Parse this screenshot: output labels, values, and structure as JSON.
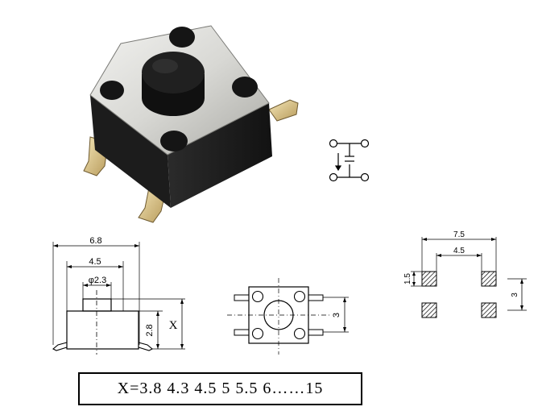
{
  "side_view": {
    "width_outer": "6.8",
    "width_inner": "4.5",
    "plunger_dia": "φ2.3",
    "body_height": "2.8",
    "height_var": "X"
  },
  "top_view": {
    "lead_pitch_v": "3"
  },
  "footprint": {
    "outer_span": "7.5",
    "inner_gap": "4.5",
    "pad_size": "1.5",
    "row_pitch": "3"
  },
  "height_options": {
    "text": "X=3.8 4.3 4.5 5 5.5 6……15"
  }
}
